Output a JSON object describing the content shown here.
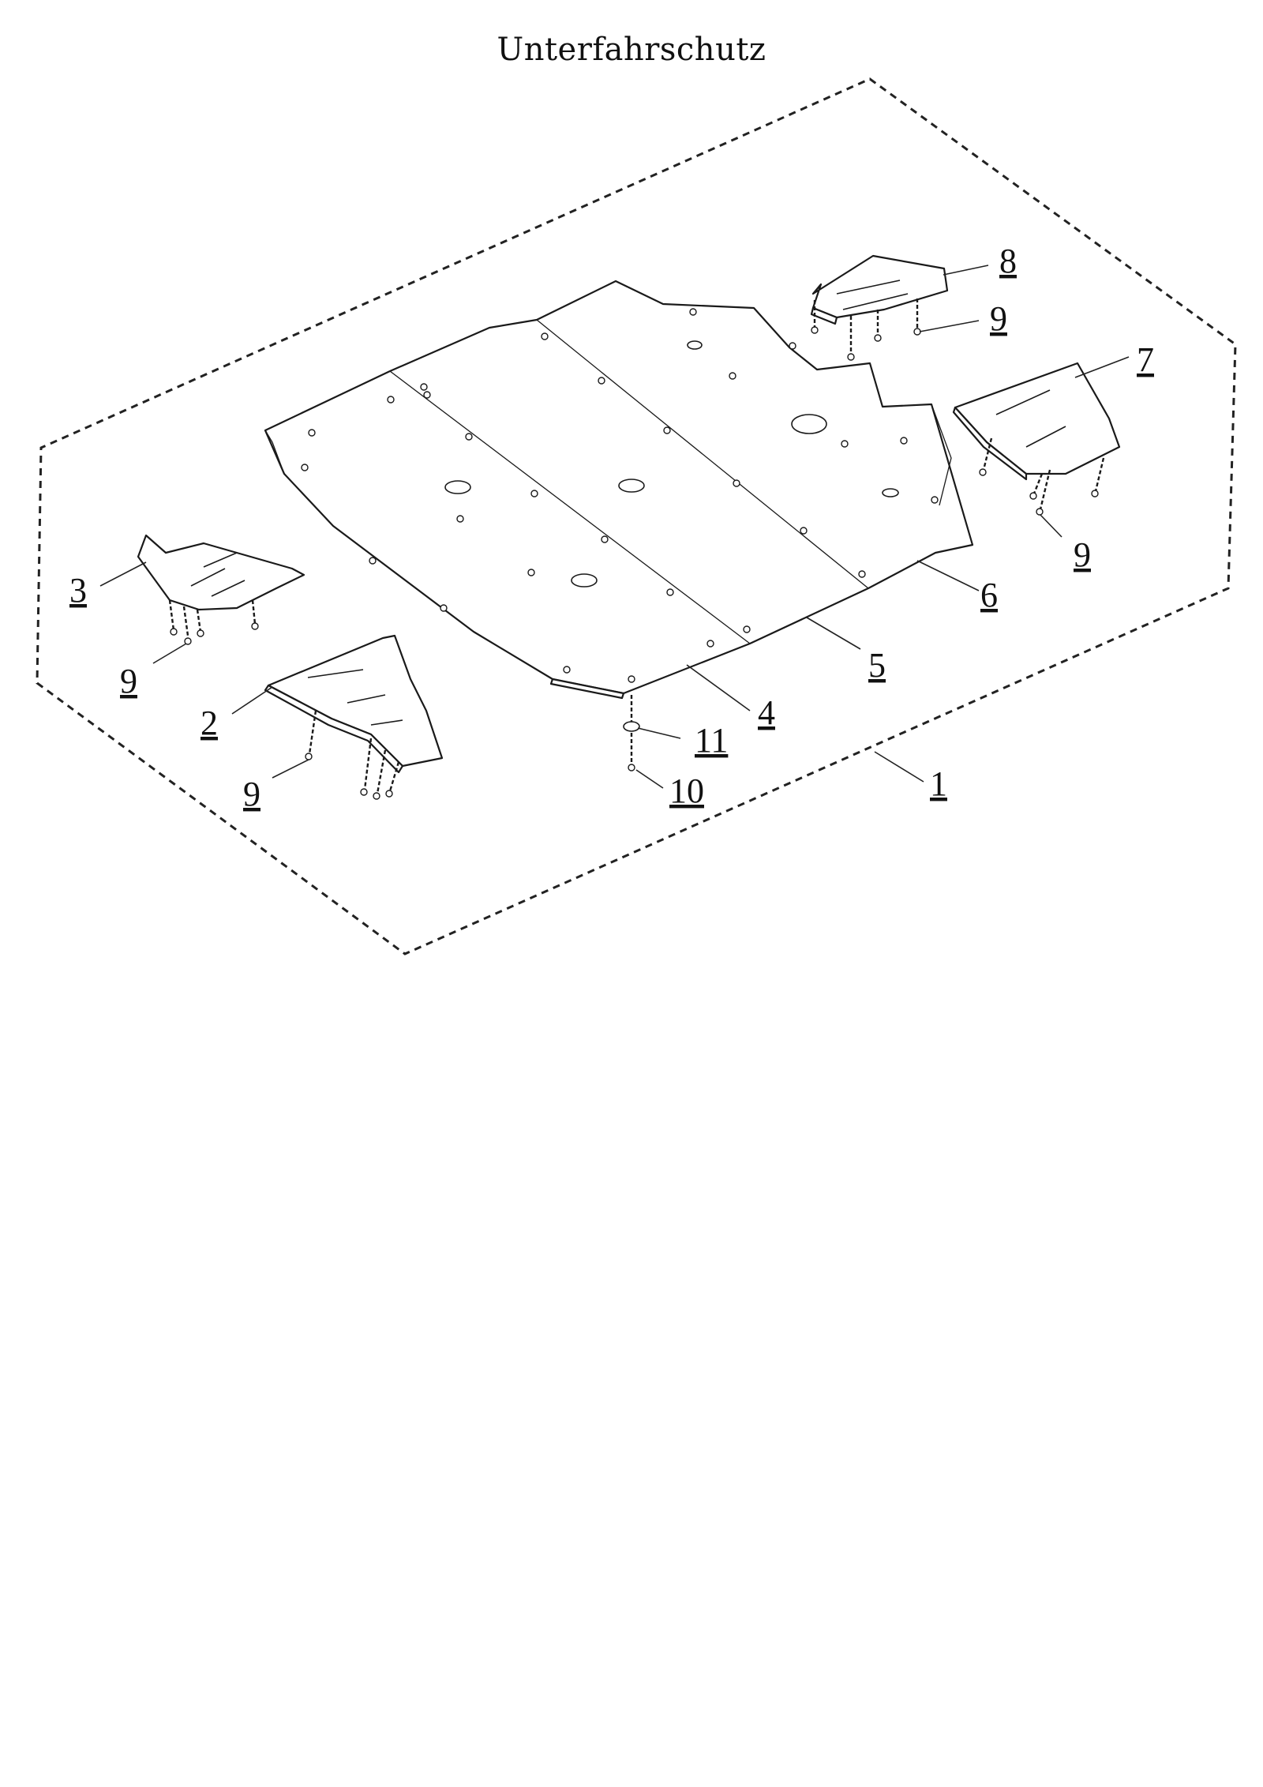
{
  "title": "Unterfahrschutz",
  "callouts": [
    {
      "id": "c1",
      "label": "1"
    },
    {
      "id": "c2",
      "label": "2"
    },
    {
      "id": "c3",
      "label": "3"
    },
    {
      "id": "c4",
      "label": "4"
    },
    {
      "id": "c5",
      "label": "5"
    },
    {
      "id": "c6",
      "label": "6"
    },
    {
      "id": "c7",
      "label": "7"
    },
    {
      "id": "c8",
      "label": "8"
    },
    {
      "id": "c9a",
      "label": "9"
    },
    {
      "id": "c9b",
      "label": "9"
    },
    {
      "id": "c9c",
      "label": "9"
    },
    {
      "id": "c9d",
      "label": "9"
    },
    {
      "id": "c10",
      "label": "10"
    },
    {
      "id": "c11",
      "label": "11"
    }
  ]
}
